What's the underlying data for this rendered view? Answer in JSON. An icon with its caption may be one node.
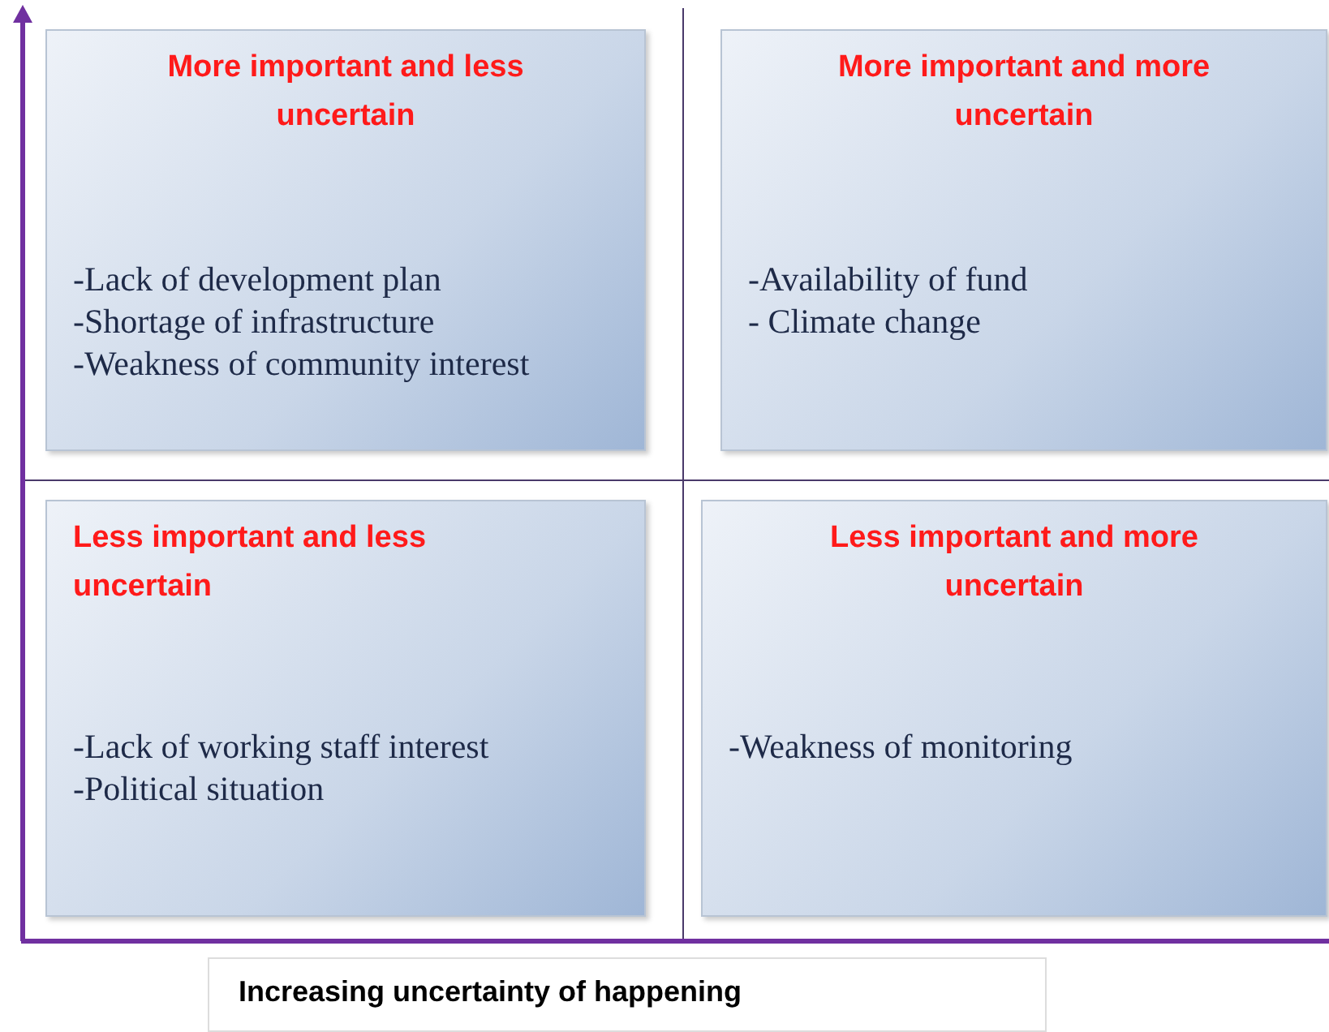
{
  "diagram": {
    "nodes": [
      {
        "text": [
          "More important and less uncertain",
          "-Lack of development plan",
          "-Shortage of infrastructure",
          "-Weakness of community interest"
        ]
      },
      {
        "text": [
          "More important and more uncertain",
          "-Availability of fund",
          "- Climate change"
        ]
      },
      {
        "text": [
          "Less important and less uncertain",
          "-Lack of working staff interest",
          "-Political situation"
        ]
      },
      {
        "text": [
          "Less important and more uncertain",
          "-Weakness of monitoring"
        ]
      }
    ],
    "edges": [],
    "labels": [
      "Increasing uncertainty of happening"
    ]
  }
}
